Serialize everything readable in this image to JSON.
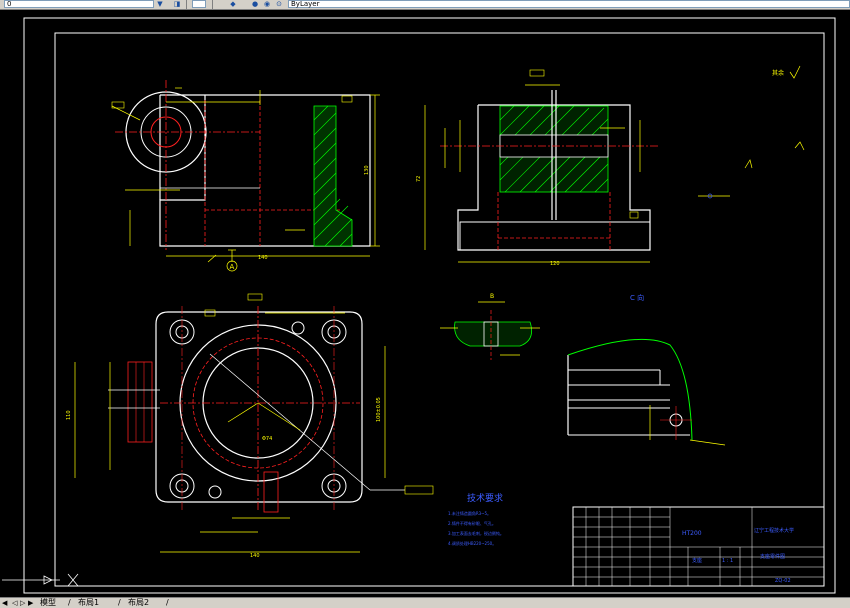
{
  "toolbar": {
    "layer_field": "0",
    "linetype_field": "ByLayer",
    "combo_arrow": "▼",
    "icons": [
      "layer-states-icon",
      "layer-previous-icon",
      "color-control-icon",
      "properties-icon"
    ]
  },
  "drawing": {
    "background_color": "#000000",
    "frame_color": "#ffffff",
    "dim_color": "#ffff00",
    "text_color": "#3c5cff",
    "center_line_color": "#ff2020",
    "hatch_color": "#00ff00",
    "technical_requirements_title": "技术要求",
    "technical_requirements_lines": [
      "1.未注铸造圆角R3~5。",
      "2.铸件不得有砂眼、气孔。",
      "3.加工表面去毛刺，锐边倒钝。",
      "4.调质处理HB220~250。"
    ],
    "title_block": {
      "part_name": "支座",
      "school": "辽宁工程技术大学",
      "drawing_title": "支座零件图",
      "sheet": "1 : 1",
      "material": "HT200",
      "drawing_no": "ZQ-02"
    },
    "view_labels": {
      "section_a": "A",
      "view_b": "B",
      "view_c": "C 向",
      "surface_finish_note": "其余"
    },
    "dimensions": {
      "front_width": "140",
      "front_height": "130",
      "side_width": "120",
      "side_height": "72",
      "plan_width": "140",
      "plan_depth": "110",
      "plan_inner": "100±0.05",
      "plan_hole": "Φ74"
    }
  },
  "command_line": {
    "ucs_icon": "ucs-icon"
  },
  "tabs": {
    "nav_first": "◀",
    "nav_prev": "◁",
    "nav_next": "▷",
    "nav_last": "▶",
    "model": "模型",
    "layout1": "布局1",
    "layout2": "布局2"
  }
}
